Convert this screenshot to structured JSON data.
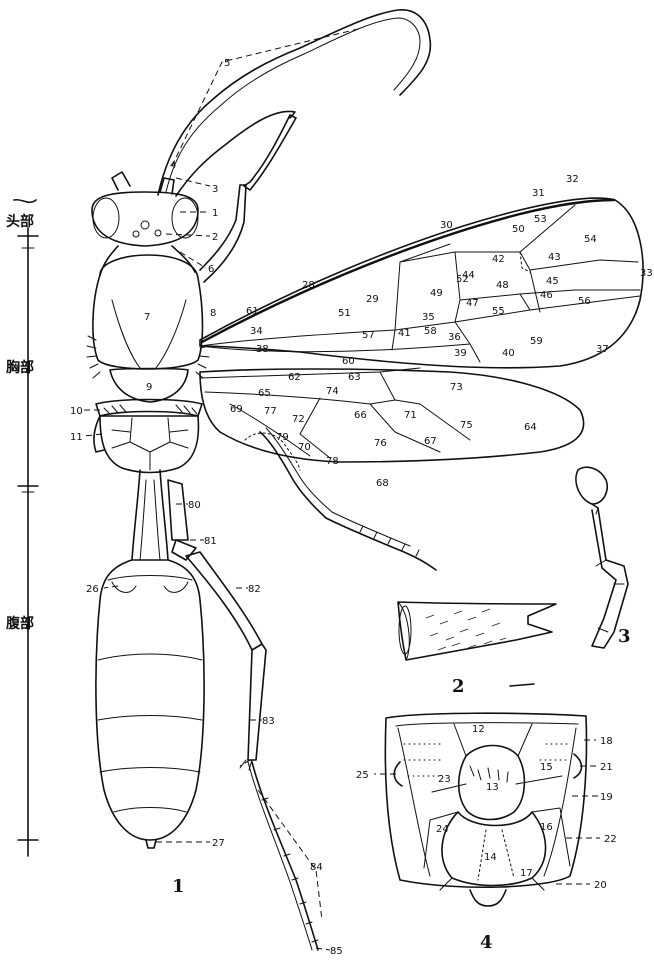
{
  "body_regions": {
    "head": "头部",
    "thorax": "胸部",
    "abdomen": "腹部"
  },
  "figures": [
    "1",
    "2",
    "3",
    "4"
  ],
  "callouts": [
    "1",
    "2",
    "3",
    "4",
    "5",
    "6",
    "7",
    "8",
    "9",
    "10",
    "11",
    "12",
    "13",
    "14",
    "15",
    "16",
    "17",
    "18",
    "19",
    "20",
    "21",
    "22",
    "23",
    "24",
    "25",
    "26",
    "27",
    "28",
    "29",
    "30",
    "31",
    "32",
    "33",
    "34",
    "35",
    "36",
    "37",
    "38",
    "39",
    "40",
    "41",
    "42",
    "43",
    "44",
    "45",
    "46",
    "47",
    "48",
    "49",
    "50",
    "51",
    "52",
    "53",
    "54",
    "55",
    "56",
    "57",
    "58",
    "59",
    "60",
    "61",
    "62",
    "63",
    "64",
    "65",
    "66",
    "67",
    "68",
    "69",
    "70",
    "71",
    "72",
    "73",
    "74",
    "75",
    "76",
    "77",
    "78",
    "79",
    "80",
    "81",
    "82",
    "83",
    "84",
    "85"
  ]
}
